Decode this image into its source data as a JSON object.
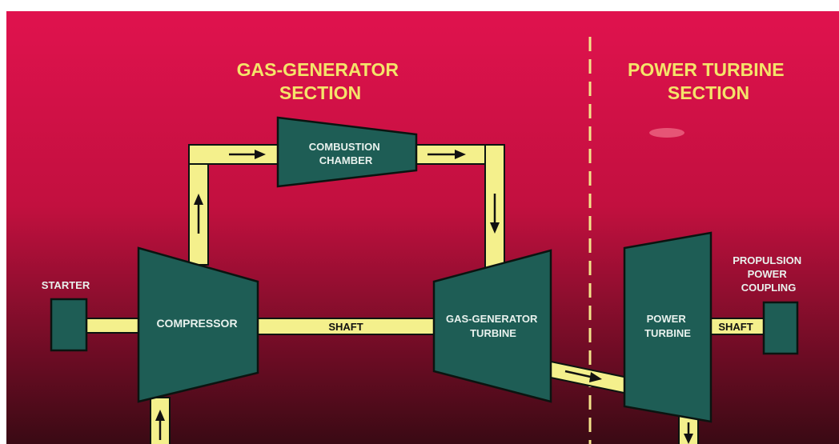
{
  "colors": {
    "background_top": "#e0124e",
    "background_mid": "#c2103f",
    "background_bottom": "#3a0a14",
    "component_fill": "#1e5d55",
    "component_stroke": "#0a1410",
    "flow_fill": "#f4f08c",
    "section_title": "#f4e46a",
    "component_text": "#e9f2ee",
    "shaft_text": "#111111",
    "divider": "#f3e38a"
  },
  "sections": {
    "gas_generator": {
      "line1": "GAS-GENERATOR",
      "line2": "SECTION"
    },
    "power_turbine": {
      "line1": "POWER TURBINE",
      "line2": "SECTION"
    }
  },
  "components": {
    "starter": {
      "label": "STARTER"
    },
    "compressor": {
      "label": "COMPRESSOR"
    },
    "combustion_chamber": {
      "line1": "COMBUSTION",
      "line2": "CHAMBER"
    },
    "gas_generator_turbine": {
      "line1": "GAS-GENERATOR",
      "line2": "TURBINE"
    },
    "power_turbine": {
      "line1": "POWER",
      "line2": "TURBINE"
    },
    "propulsion_power_coupling": {
      "line1": "PROPULSION",
      "line2": "POWER",
      "line3": "COUPLING"
    }
  },
  "shafts": {
    "main": "SHAFT",
    "output": "SHAFT"
  }
}
